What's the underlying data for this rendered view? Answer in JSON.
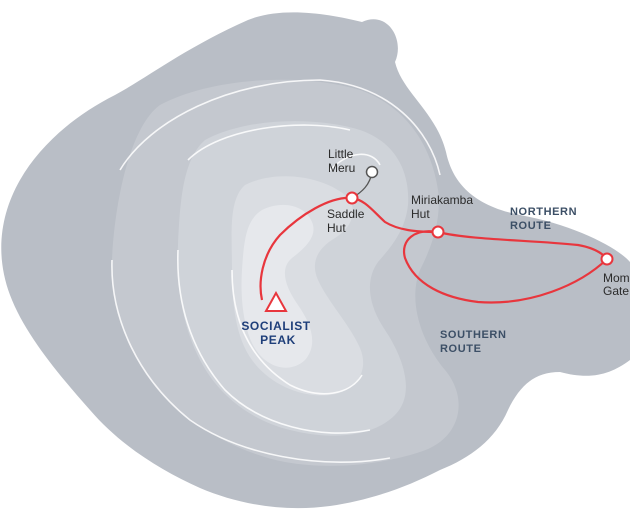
{
  "places": {
    "little_meru": [
      "Little",
      "Meru"
    ],
    "saddle_hut": [
      "Saddle",
      "Hut"
    ],
    "miriakamba_hut": [
      "Miriakamba",
      "Hut"
    ],
    "momella_gate": [
      "Mom",
      "Gate"
    ],
    "socialist_peak": [
      "SOCIALIST",
      "PEAK"
    ]
  },
  "routes": {
    "northern": [
      "NORTHERN",
      "ROUTE"
    ],
    "southern": [
      "SOUTHERN",
      "ROUTE"
    ]
  },
  "colors": {
    "land": "#b9bec6",
    "land_high": "#cfd3d9",
    "land_summit": "#e3e6ea",
    "route": "#e8363d",
    "peak": "#1f3f7a",
    "route_label": "#3c4f66"
  },
  "icons": {
    "peak_marker": "triangle-icon",
    "waypoint": "circle-icon"
  }
}
